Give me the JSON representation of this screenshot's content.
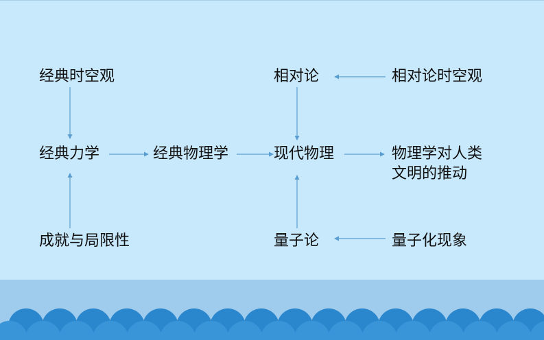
{
  "colors": {
    "background": "#c8e8fb",
    "footer_band": "#9fcbec",
    "wave_dark": "#2a86cd",
    "wave_light": "#3a95d8",
    "arrow": "#5a9ed2",
    "text": "#111111"
  },
  "nodes": {
    "classical_spacetime": "经典时空观",
    "classical_mechanics": "经典力学",
    "achievements_limits": "成就与局限性",
    "classical_physics": "经典物理学",
    "relativity": "相对论",
    "modern_physics": "现代物理",
    "quantum_theory": "量子论",
    "relativity_spacetime": "相对论时空观",
    "impact_line1": "物理学对人类",
    "impact_line2": "文明的推动",
    "quantum_phenomena": "量子化现象"
  }
}
